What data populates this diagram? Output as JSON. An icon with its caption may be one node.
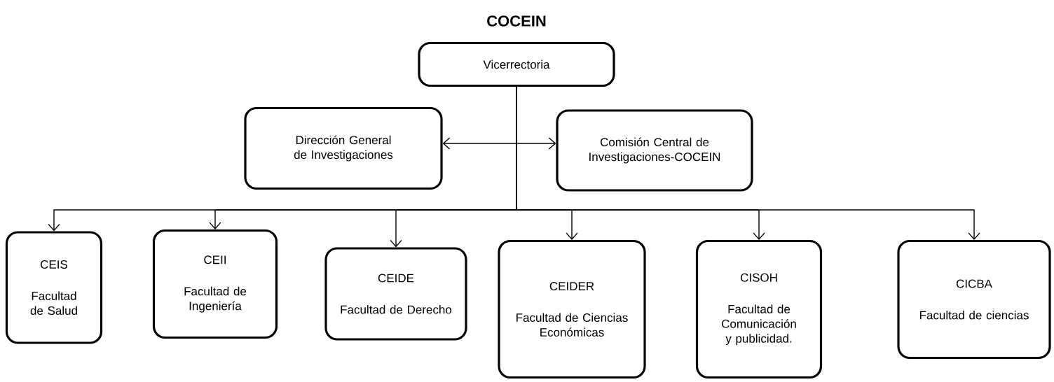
{
  "diagram": {
    "title": "COCEIN",
    "nodes": [
      {
        "text": [
          "Vicerrectoria"
        ]
      },
      {
        "text": [
          "Dirección General de Investigaciones"
        ]
      },
      {
        "text": [
          "Comisión Central de Investigaciones-COCEIN"
        ]
      },
      {
        "text": [
          "CEIS",
          "Facultad de Salud"
        ]
      },
      {
        "text": [
          "CEII",
          "Facultad de Ingeniería"
        ]
      },
      {
        "text": [
          "CEIDE",
          "Facultad de Derecho"
        ]
      },
      {
        "text": [
          "CEIDER",
          "Facultad de Ciencias Económicas"
        ]
      },
      {
        "text": [
          "CISOH",
          "Facultad de Comunicación y publicidad."
        ]
      },
      {
        "text": [
          "CICBA",
          "Facultad de ciencias"
        ]
      }
    ],
    "edges": [
      {
        "from": 1,
        "to": 2,
        "arrow": "both"
      },
      {
        "from": 0,
        "to": 3,
        "arrow": "to"
      },
      {
        "from": 0,
        "to": 4,
        "arrow": "to"
      },
      {
        "from": 0,
        "to": 5,
        "arrow": "to"
      },
      {
        "from": 0,
        "to": 6,
        "arrow": "to"
      },
      {
        "from": 0,
        "to": 7,
        "arrow": "to"
      },
      {
        "from": 0,
        "to": 8,
        "arrow": "to"
      }
    ]
  }
}
